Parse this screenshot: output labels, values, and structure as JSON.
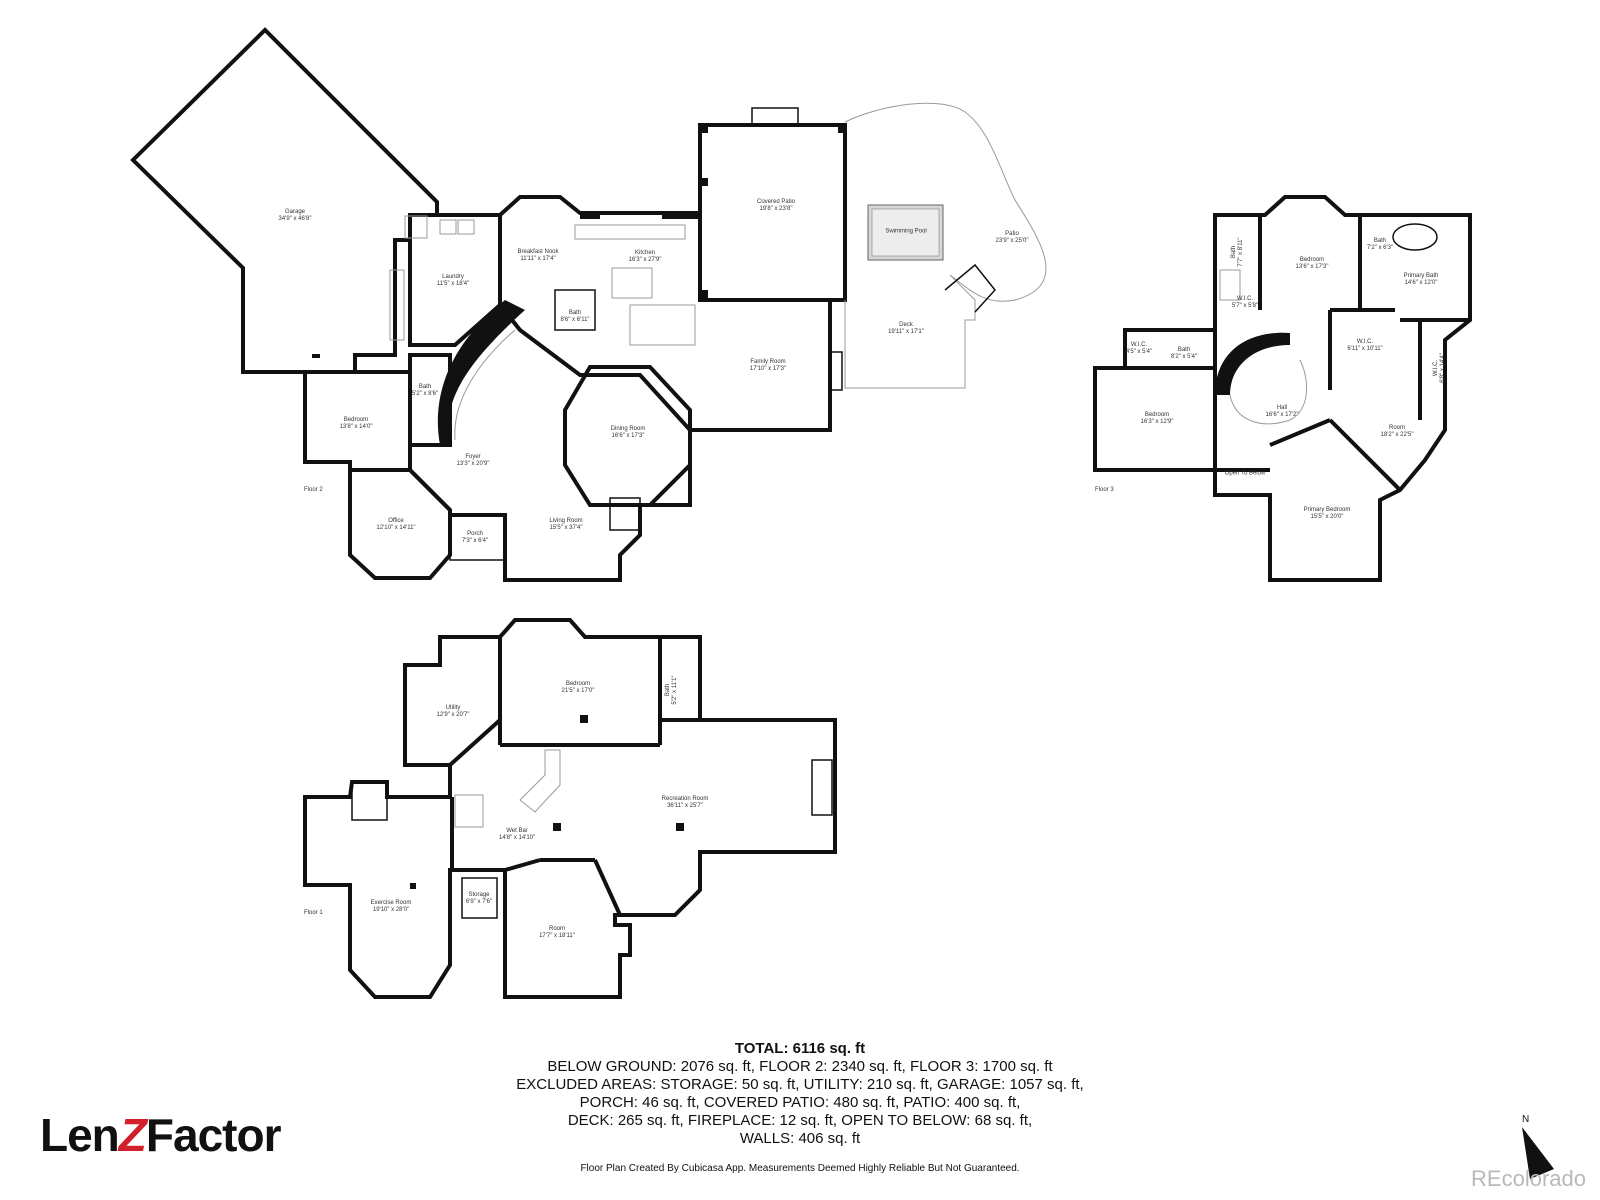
{
  "floors": [
    {
      "label": "Floor 2"
    },
    {
      "label": "Floor 3"
    },
    {
      "label": "Floor 1"
    }
  ],
  "rooms": {
    "garage": {
      "name": "Garage",
      "dim": "34'9\" x 46'8\""
    },
    "laundry": {
      "name": "Laundry",
      "dim": "11'5\" x 18'4\""
    },
    "breakfast_nook": {
      "name": "Breakfast Nook",
      "dim": "11'11\" x 17'4\""
    },
    "kitchen": {
      "name": "Kitchen",
      "dim": "16'3\" x 27'9\""
    },
    "bath_f2a": {
      "name": "Bath",
      "dim": "8'6\" x 6'11\""
    },
    "covered_patio": {
      "name": "Covered Patio",
      "dim": "19'8\" x 23'8\""
    },
    "swimming_pool": {
      "name": "Swimming Pool",
      "dim": ""
    },
    "patio": {
      "name": "Patio",
      "dim": "23'9\" x 25'0\""
    },
    "deck": {
      "name": "Deck",
      "dim": "19'11\" x 17'1\""
    },
    "family_room": {
      "name": "Family Room",
      "dim": "17'10\" x 17'3\""
    },
    "bath_f2b": {
      "name": "Bath",
      "dim": "5'2\" x 8'6\""
    },
    "bedroom_f2": {
      "name": "Bedroom",
      "dim": "13'8\" x 14'0\""
    },
    "foyer": {
      "name": "Foyer",
      "dim": "13'3\" x 20'9\""
    },
    "dining_room": {
      "name": "Dining Room",
      "dim": "16'6\" x 17'3\""
    },
    "office": {
      "name": "Office",
      "dim": "12'10\" x 14'11\""
    },
    "porch": {
      "name": "Porch",
      "dim": "7'3\" x 6'4\""
    },
    "living_room": {
      "name": "Living Room",
      "dim": "15'5\" x 37'4\""
    },
    "bath_f3a": {
      "name": "Bath",
      "dim": "7'7\" x 8'11\""
    },
    "bedroom_f3a": {
      "name": "Bedroom",
      "dim": "13'6\" x 17'3\""
    },
    "bath_f3b": {
      "name": "Bath",
      "dim": "7'2\" x 6'3\""
    },
    "primary_bath": {
      "name": "Primary Bath",
      "dim": "14'6\" x 12'0\""
    },
    "wic_f3a": {
      "name": "W.I.C.",
      "dim": "5'7\" x 5'8\""
    },
    "wic_f3b": {
      "name": "W.I.C.",
      "dim": "4'5\" x 5'4\""
    },
    "bath_f3c": {
      "name": "Bath",
      "dim": "8'2\" x 5'4\""
    },
    "wic_f3c": {
      "name": "W.I.C.",
      "dim": "6'11\" x 10'11\""
    },
    "wic_f3d": {
      "name": "W.I.C.",
      "dim": "6'8\" x 14'4\""
    },
    "bedroom_f3b": {
      "name": "Bedroom",
      "dim": "16'3\" x 12'9\""
    },
    "hall": {
      "name": "Hall",
      "dim": "16'6\" x 17'2\""
    },
    "room_f3": {
      "name": "Room",
      "dim": "18'2\" x 22'5\""
    },
    "open_to_below": {
      "name": "Open To Below",
      "dim": ""
    },
    "primary_bedroom": {
      "name": "Primary Bedroom",
      "dim": "15'5\" x 20'0\""
    },
    "bedroom_f1": {
      "name": "Bedroom",
      "dim": "21'5\" x 17'0\""
    },
    "bath_f1": {
      "name": "Bath",
      "dim": "5'2\" x 11'1\""
    },
    "utility": {
      "name": "Utility",
      "dim": "12'9\" x 20'7\""
    },
    "recreation_room": {
      "name": "Recreation Room",
      "dim": "36'11\" x 25'7\""
    },
    "wet_bar": {
      "name": "Wet Bar",
      "dim": "14'8\" x 14'10\""
    },
    "exercise_room": {
      "name": "Exercise Room",
      "dim": "19'10\" x 28'0\""
    },
    "storage": {
      "name": "Storage",
      "dim": "6'9\" x 7'6\""
    },
    "room_f1": {
      "name": "Room",
      "dim": "17'7\" x 18'11\""
    }
  },
  "summary": {
    "total": "TOTAL: 6116 sq. ft",
    "lines": [
      "BELOW GROUND: 2076 sq. ft, FLOOR 2: 2340 sq. ft, FLOOR 3: 1700 sq. ft",
      "EXCLUDED AREAS: STORAGE: 50 sq. ft, UTILITY: 210 sq. ft, GARAGE: 1057 sq. ft,",
      "PORCH: 46 sq. ft, COVERED PATIO: 480 sq. ft, PATIO: 400 sq. ft,",
      "DECK: 265 sq. ft, FIREPLACE: 12 sq. ft, OPEN TO BELOW: 68 sq. ft,",
      "WALLS: 406 sq. ft"
    ]
  },
  "disclaimer": "Floor Plan Created By Cubicasa App. Measurements Deemed Highly Reliable But Not Guaranteed.",
  "logo": {
    "part1": "Len",
    "part2": "Z",
    "part3": "Factor",
    "accent": "#d1202b"
  },
  "north": {
    "label": "N",
    "icon": "north-arrow-icon"
  },
  "watermark": "REcolorado"
}
